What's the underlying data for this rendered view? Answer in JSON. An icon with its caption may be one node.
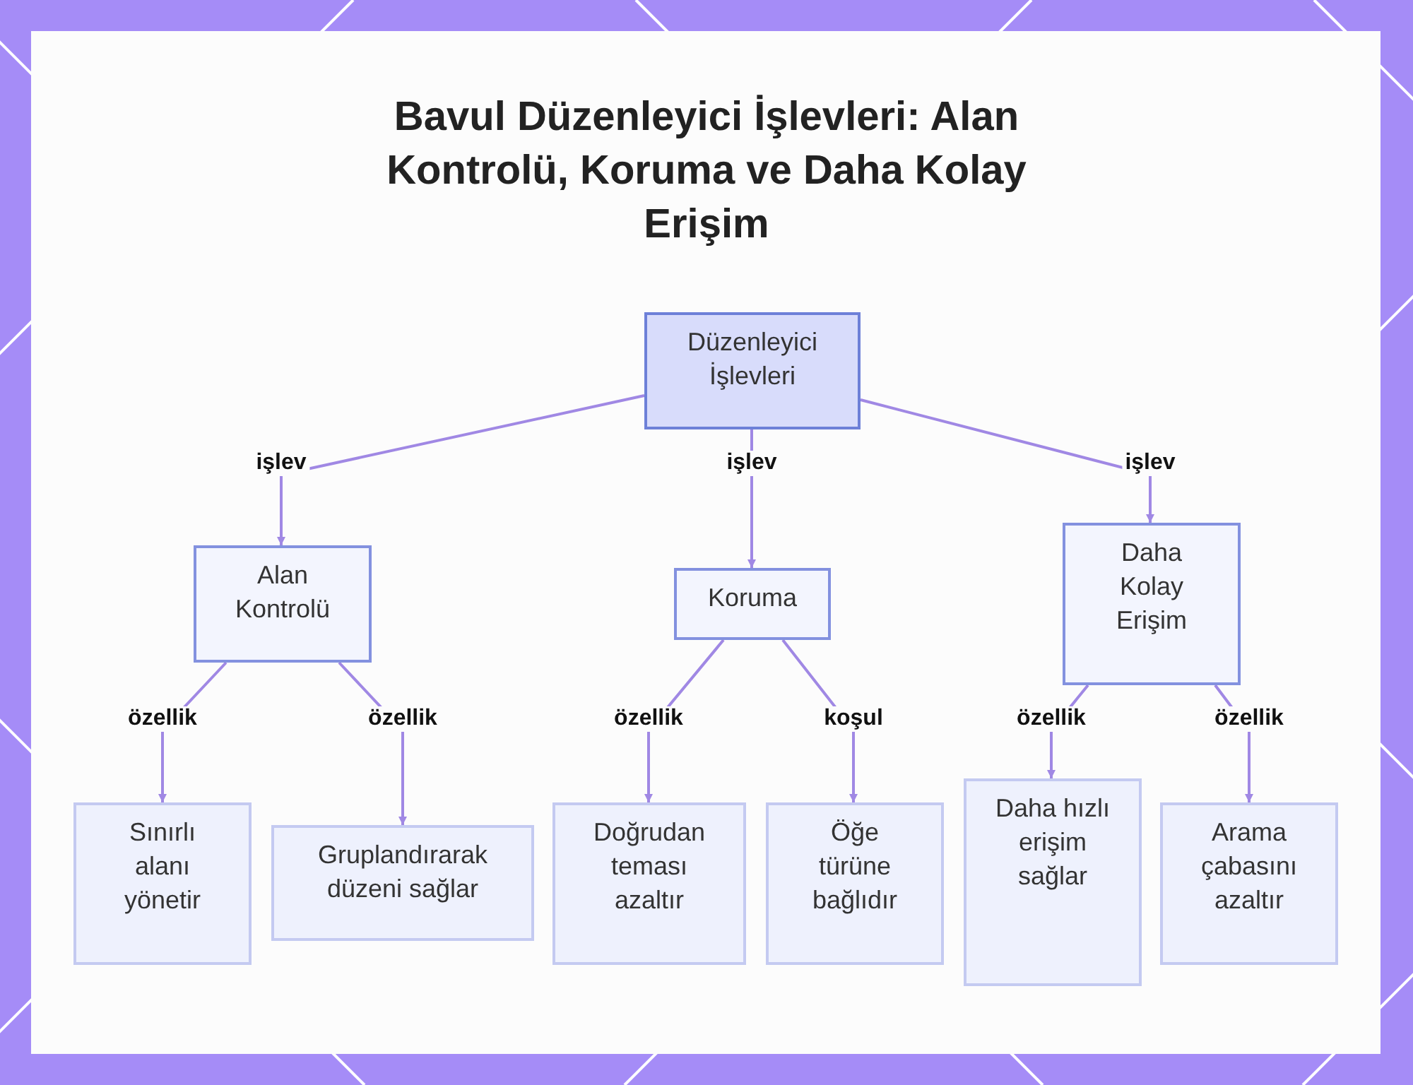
{
  "diagram": {
    "title": "Bavul Düzenleyici İşlevleri: Alan Kontrolü, Koruma ve Daha Kolay Erişim",
    "nodes": [
      {
        "text": [
          "Düzenleyici İşlevleri"
        ]
      },
      {
        "text": [
          "Alan Kontrolü"
        ]
      },
      {
        "text": [
          "Koruma"
        ]
      },
      {
        "text": [
          "Daha Kolay Erişim"
        ]
      },
      {
        "text": [
          "Sınırlı alanı yönetir"
        ]
      },
      {
        "text": [
          "Gruplandırarak düzeni sağlar"
        ]
      },
      {
        "text": [
          "Doğrudan teması azaltır"
        ]
      },
      {
        "text": [
          "Öğe türüne bağlıdır"
        ]
      },
      {
        "text": [
          "Daha hızlı erişim sağlar"
        ]
      },
      {
        "text": [
          "Arama çabasını azaltır"
        ]
      }
    ],
    "edges": [
      {
        "from": 0,
        "to": 1,
        "label": "işlev",
        "arrow": "to"
      },
      {
        "from": 0,
        "to": 2,
        "label": "işlev",
        "arrow": "to"
      },
      {
        "from": 0,
        "to": 3,
        "label": "işlev",
        "arrow": "to"
      },
      {
        "from": 1,
        "to": 4,
        "label": "özellik",
        "arrow": "to"
      },
      {
        "from": 1,
        "to": 5,
        "label": "özellik",
        "arrow": "to"
      },
      {
        "from": 2,
        "to": 6,
        "label": "özellik",
        "arrow": "to"
      },
      {
        "from": 2,
        "to": 7,
        "label": "koşul",
        "arrow": "to"
      },
      {
        "from": 3,
        "to": 8,
        "label": "özellik",
        "arrow": "to"
      },
      {
        "from": 3,
        "to": 9,
        "label": "özellik",
        "arrow": "to"
      }
    ]
  }
}
